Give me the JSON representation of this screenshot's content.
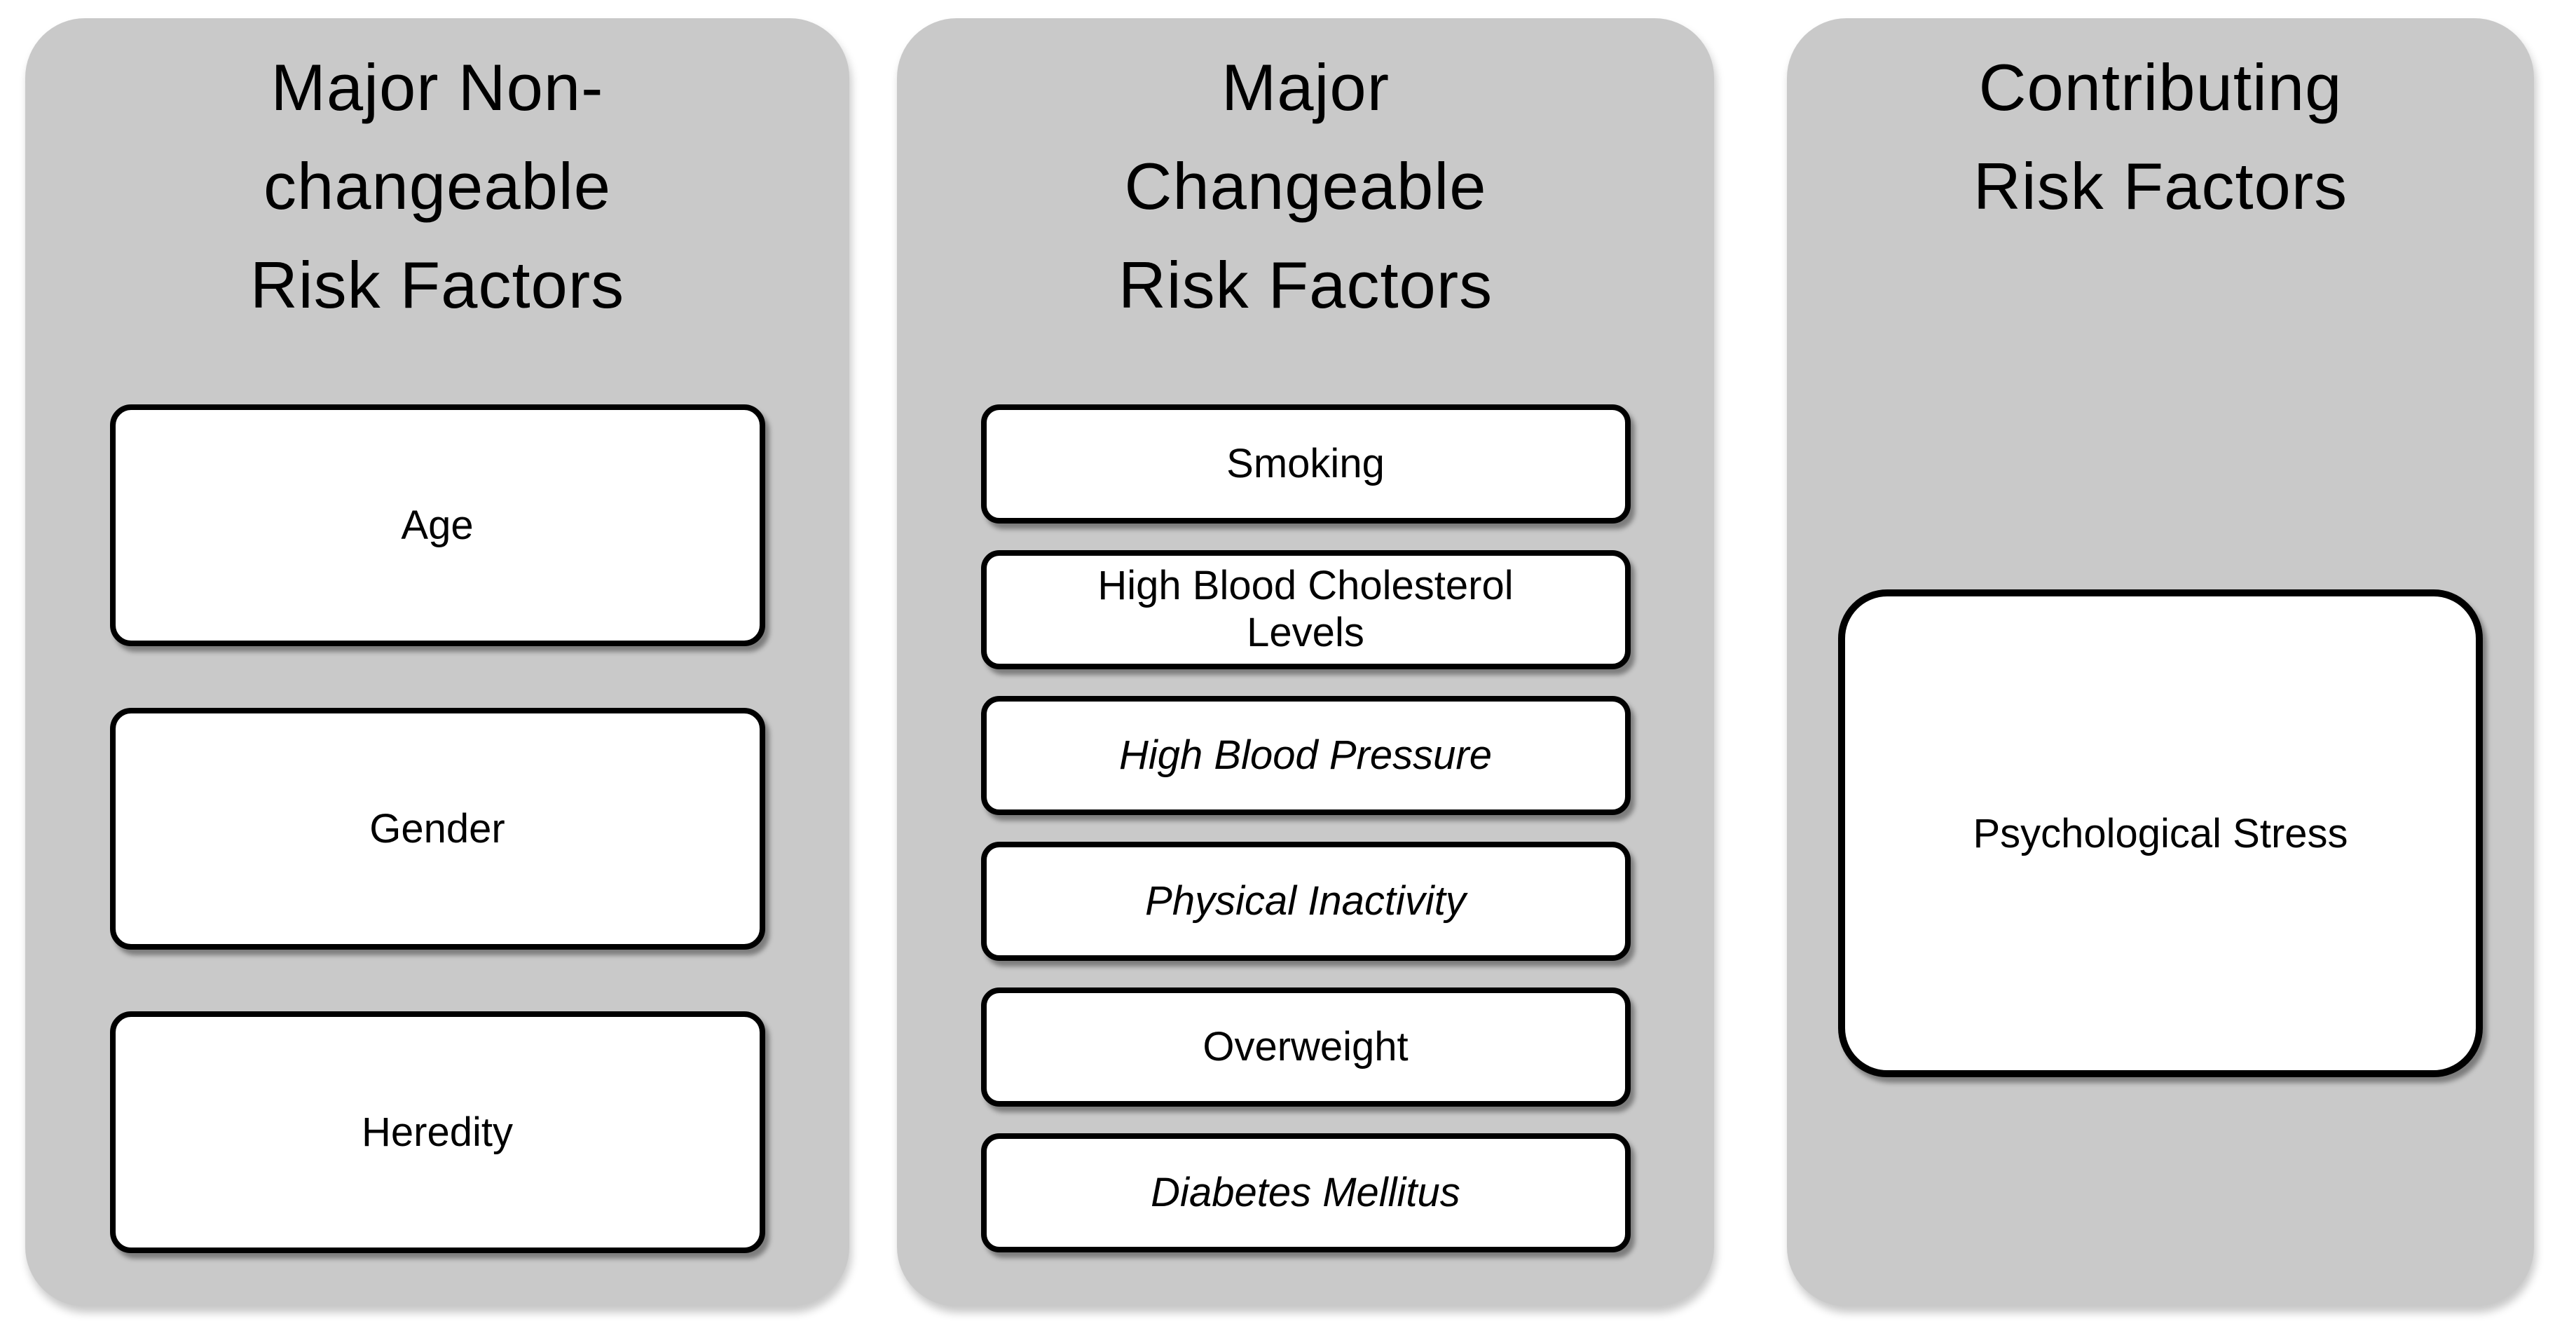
{
  "colors": {
    "page_bg": "#ffffff",
    "panel_bg": "#c9c9c9",
    "box_bg": "#ffffff",
    "box_border": "#000000",
    "text": "#000000"
  },
  "columns": [
    {
      "title": "Major Non-changeable Risk Factors",
      "title_lines": [
        "Major Non-",
        "changeable",
        "Risk Factors"
      ],
      "items": [
        {
          "label": "Age",
          "lines": [
            "Age"
          ],
          "italic": false
        },
        {
          "label": "Gender",
          "lines": [
            "Gender"
          ],
          "italic": false
        },
        {
          "label": "Heredity",
          "lines": [
            "Heredity"
          ],
          "italic": false
        }
      ]
    },
    {
      "title": "Major Changeable Risk Factors",
      "title_lines": [
        "Major",
        "Changeable",
        "Risk Factors"
      ],
      "items": [
        {
          "label": "Smoking",
          "lines": [
            "Smoking"
          ],
          "italic": false
        },
        {
          "label": "High Blood Cholesterol Levels",
          "lines": [
            "High Blood Cholesterol",
            "Levels"
          ],
          "italic": false
        },
        {
          "label": "High Blood Pressure",
          "lines": [
            "High Blood Pressure"
          ],
          "italic": true
        },
        {
          "label": "Physical Inactivity",
          "lines": [
            "Physical Inactivity"
          ],
          "italic": true
        },
        {
          "label": "Overweight",
          "lines": [
            "Overweight"
          ],
          "italic": false
        },
        {
          "label": "Diabetes Mellitus",
          "lines": [
            "Diabetes Mellitus"
          ],
          "italic": true
        }
      ]
    },
    {
      "title": "Contributing Risk Factors",
      "title_lines": [
        "Contributing",
        "Risk Factors"
      ],
      "items": [
        {
          "label": "Psychological Stress",
          "lines": [
            "Psychological Stress"
          ],
          "italic": false
        }
      ]
    }
  ]
}
